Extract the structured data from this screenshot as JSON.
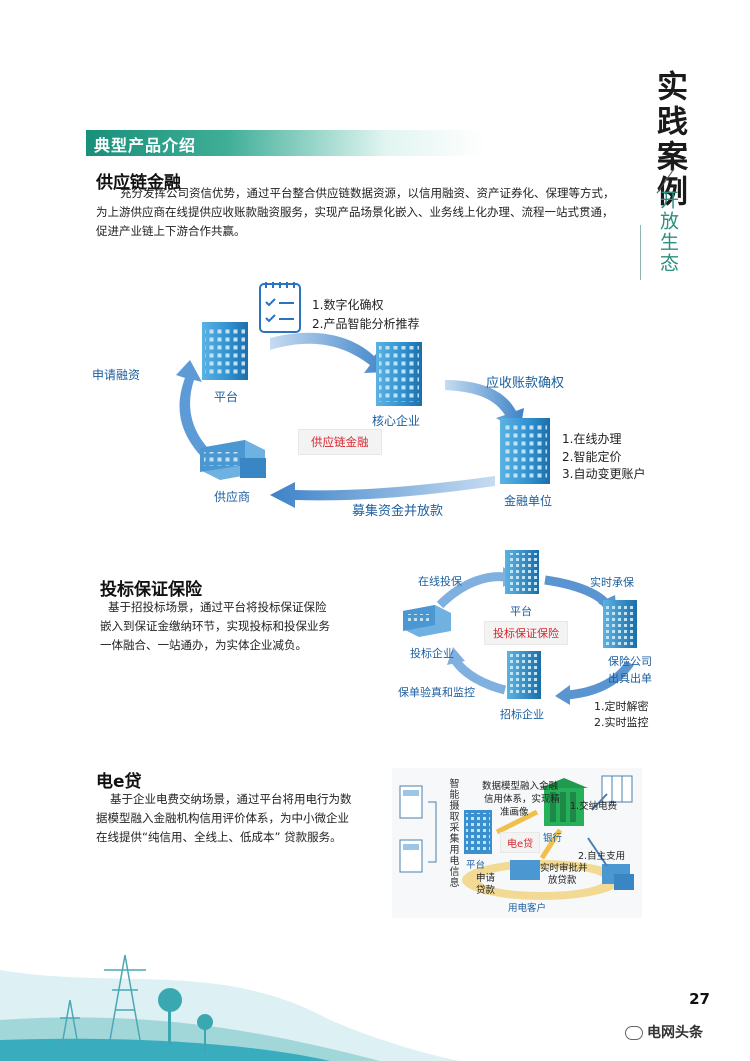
{
  "side": {
    "title": "实践案例",
    "subtitle": "开放生态"
  },
  "section": {
    "title": "典型产品介绍"
  },
  "scf": {
    "heading": "供应链金融",
    "para": [
      "充分发挥公司资信优势，通过平台整合供应链数据资源，以信用融资、资产证券化、保理等方式，",
      "为上游供应商在线提供应收账款融资服务，实现产品场景化嵌入、业务线上化办理、流程一站式贯通，",
      "促进产业链上下游合作共赢。"
    ],
    "checklist": [
      "1.数字化确权",
      "2.产品智能分析推荐"
    ],
    "apply": "申请融资",
    "platform": "平台",
    "core": "核心企业",
    "ar_confirm": "应收账款确权",
    "center": "供应链金融",
    "supplier": "供应商",
    "finance": "金融单位",
    "finance_steps": [
      "1.在线办理",
      "2.智能定价",
      "3.自动变更账户"
    ],
    "raise": "募集资金并放款"
  },
  "bid": {
    "heading": "投标保证保险",
    "para": [
      "基于招投标场景，通过平台将投标保证保险",
      "嵌入到保证金缴纳环节，实现投标和投保业务",
      "一体融合、一站通办，为实体企业减负。"
    ],
    "online": "在线投保",
    "platform": "平台",
    "realtime": "实时承保",
    "bidder": "投标企业",
    "center": "投标保证保险",
    "insurer": "保险公司",
    "issue": "出具出单",
    "verify": "保单验真和监控",
    "tenderer": "招标企业",
    "steps": [
      "1.定时解密",
      "2.实时监控"
    ]
  },
  "edai": {
    "heading": "电e贷",
    "para": [
      "基于企业电费交纳场景，通过平台将用电行为数",
      "据模型融入金融机构信用评价体系，为中小微企业",
      "在线提供“纯信用、全线上、低成本” 贷款服务。"
    ],
    "vertical": "智能摄取采集用电信息",
    "model": [
      "数据模型融入金融",
      "信用体系，实现精",
      "准画像"
    ],
    "bank": "银行",
    "pay": "1.交纳电费",
    "center": "电e贷",
    "platform": "平台",
    "apply": [
      "申请",
      "贷款"
    ],
    "realtime": [
      "实时审批并",
      "放贷款"
    ],
    "self": "2.自主支用",
    "user": "用电客户"
  },
  "footer": {
    "page": "27",
    "source": "电网头条"
  }
}
